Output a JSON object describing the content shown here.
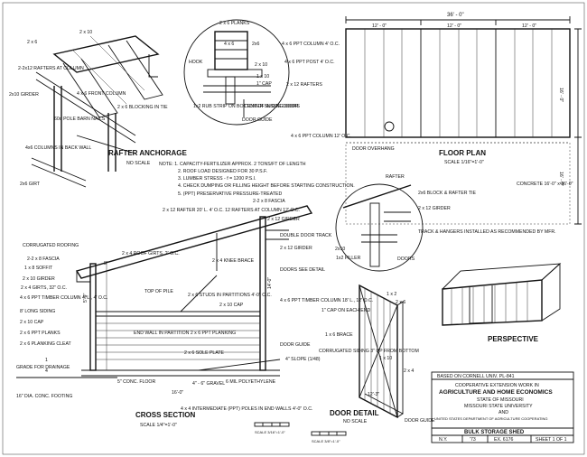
{
  "rafter_anchorage": {
    "title": "RAFTER ANCHORAGE",
    "scale": "NO SCALE",
    "labels": [
      "2 x 10",
      "2 x 6",
      "2-2x12 RAFTERS AT COLUMN",
      "2x10 GIRDER",
      "4 x 6 FRONT COLUMN",
      "2 x 6 BLOCKING IN TIE",
      "60d POLE BARN NAILS",
      "4x6 COLUMNS IN BACK WALL",
      "2x6 GIRT"
    ]
  },
  "hook_detail": {
    "labels": [
      "2 x 6 PLANKS",
      "4 x 6",
      "2x6",
      "2 x 10",
      "HOOK",
      "1 x 10",
      "1\" CAP",
      "1x2 RUB STRIP ON BOTTOM OF INSIDE DOORS",
      "CENTER SLIDING DOOR",
      "DOOR GUIDE"
    ]
  },
  "floor_plan": {
    "title": "FLOOR PLAN",
    "scale": "SCALE 1/16\"=1'-0\"",
    "overall_width": "36' - 0\"",
    "bays": [
      "12' - 0\"",
      "12' - 0\"",
      "12' - 0\""
    ],
    "depth_top": "16' - 0\"",
    "depth_bottom": "16' - 0\"",
    "labels": [
      "4 x 6 PPT COLUMN 4' O.C.",
      "4 x 6 PPT POST 4' O.C.",
      "2 x 12 RAFTERS",
      "4 x 6 PPT COLUMN 12' O.C.",
      "DOOR OVERHANG",
      "CONCRETE 16'-0\" x 36'-0\""
    ]
  },
  "notes": [
    "NOTE: 1. CAPACITY-FERTILIZER APPROX. 2 TONS/FT OF LENGTH",
    "2. ROOF LOAD DESIGNED FOR 30 P.S.F.",
    "3. LUMBER STRESS - f = 1200 P.S.I.",
    "4. CHECK DUMPING OR FILLING HEIGHT BEFORE STARTING CONSTRUCTION.",
    "5. (PPT) PRESERVATIVE PRESSURE-TREATED"
  ],
  "rafter_detail": {
    "labels": [
      "RAFTER",
      "2x6 BLOCK & RAFTER TIE",
      "2 x 12 GIRDER",
      "TRACK & HANGERS INSTALLED AS RECOMMENDED BY MFR.",
      "2x10",
      "1x2 FILLER",
      "DOORS"
    ]
  },
  "cross_section": {
    "title": "CROSS SECTION",
    "scale": "SCALE 1/4\"=1'-0\"",
    "labels_left": [
      "2 x 4 ROOF GIRTS, 2' O.C.",
      "CORRUGATED ROOFING",
      "2-2 x 8 FASCIA",
      "1 x 8 SOFFIT",
      "2 x 10 GIRDER",
      "2 x 4 GIRTS, 32\" O.C.",
      "4 x 6 PPT TIMBER COLUMN 4' L., 4' O.C.",
      "8' LONG SIDING",
      "2 x 10 CAP",
      "2 x 6 PPT PLANKS",
      "2 x 6 PLANKING CLEAT",
      "GRADE FOR DRAINAGE",
      "16\" DIA. CONC. FOOTING"
    ],
    "labels_center": [
      "2 x 12 RAFTER 20' L. 4' O.C. 12 RAFTERS AT COLUMN 12' O.C.",
      "2-2 x 8 FASCIA",
      "2 x 4 KNEE BRACE",
      "TOP OF PILE",
      "2 x 6 STUDS IN PARTITIONS 4'-0\" O.C.",
      "2 x 10 CAP",
      "END WALL IN PARTITION 2 x 6 PPT PLANKING",
      "2 x 6 SOLE PLATE",
      "5\" CONC. FLOOR",
      "4\" - 6\" GRAVEL",
      "6 MIL POLYETHYLENE",
      "4 x 4 INTERMEDIATE (PPT) POLES IN END WALLS 4'-0\" O.C."
    ],
    "labels_right": [
      "2 x 12 GIRDER",
      "DOUBLE DOOR TRACK",
      "2 x 12 GIRDER",
      "DOORS SEE DETAIL",
      "4 x 6 PPT TIMBER COLUMN 18' L., 12' O.C.",
      "DOOR GUIDE",
      "4\" SLOPE (1/48)"
    ],
    "dimensions": [
      "8'",
      "5'-0\"",
      "14'-0\"",
      "16'-0\"",
      "1",
      "4"
    ]
  },
  "door_detail": {
    "title": "DOOR DETAIL",
    "scale": "NO SCALE",
    "labels": [
      "1 x 2",
      "2 x 6",
      "1\" CAP ON EACH END",
      "1 x 6 BRACE",
      "CORRUGATED SIDING 3\" UP FROM BOTTOM",
      "1 x 10",
      "2 x 4",
      "12'-3\"",
      "DOOR GUIDE"
    ]
  },
  "perspective": {
    "title": "PERSPECTIVE"
  },
  "title_block": {
    "based_on": "BASED ON CORNELL UNIV. PL-841",
    "org_line1": "COOPERATIVE EXTENSION WORK IN",
    "org_line2": "AGRICULTURE AND HOME ECONOMICS",
    "org_line3": "STATE OF MISSOURI",
    "org_line4": "MISSOURI STATE UNIVERSITY",
    "org_line5": "AND",
    "org_line6": "UNITED STATES DEPARTMENT OF AGRICULTURE COOPERATING",
    "drawing_title": "BULK STORAGE SHED",
    "state": "N.Y.",
    "year": "'73",
    "ex_number": "EX. 6176",
    "sheet": "SHEET 1 OF 1"
  },
  "scale_bars": [
    {
      "caption": "SCALE 3/16\"=1'-0\""
    },
    {
      "caption": "SCALE 3/8\"=1'-0\""
    }
  ]
}
